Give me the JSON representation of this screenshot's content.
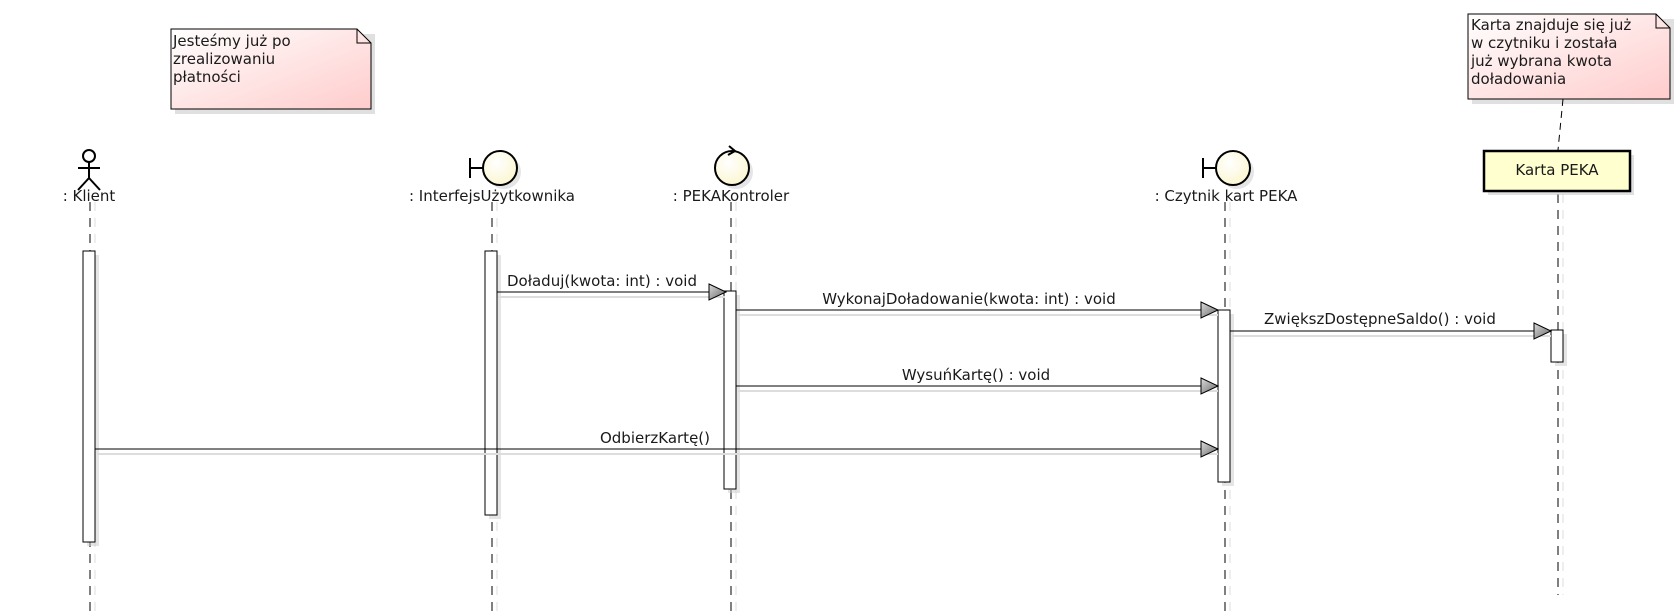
{
  "notes": [
    {
      "id": "note-payment",
      "lines": [
        "Jesteśmy już po",
        "zrealizowaniu",
        "płatności"
      ]
    },
    {
      "id": "note-card",
      "lines": [
        "Karta znajduje się już",
        "w czytniku i została",
        "już wybrana kwota",
        "doładowania"
      ]
    }
  ],
  "participants": [
    {
      "id": "klient",
      "kind": "actor",
      "label": ": Klient"
    },
    {
      "id": "interfejs",
      "kind": "boundary",
      "label": ": InterfejsUżytkownika"
    },
    {
      "id": "kontroler",
      "kind": "control",
      "label": ": PEKAKontroler"
    },
    {
      "id": "czytnik",
      "kind": "boundary",
      "label": ": Czytnik kart PEKA"
    },
    {
      "id": "karta",
      "kind": "object",
      "label": "Karta PEKA"
    }
  ],
  "messages": [
    {
      "from": "interfejs",
      "to": "kontroler",
      "label": "Doładuj(kwota: int) : void"
    },
    {
      "from": "kontroler",
      "to": "czytnik",
      "label": "WykonajDoładowanie(kwota: int) : void"
    },
    {
      "from": "czytnik",
      "to": "karta",
      "label": "ZwiększDostępneSaldo() : void"
    },
    {
      "from": "kontroler",
      "to": "czytnik",
      "label": "WysuńKartę() : void"
    },
    {
      "from": "klient",
      "to": "czytnik",
      "label": "OdbierzKartę()"
    }
  ],
  "colors": {
    "note_fill_start": "#ffffff",
    "note_fill_end": "#ffcccc",
    "object_fill": "#ffffd0",
    "head_fill": "#fefee6",
    "line": "#000000",
    "shadow": "#cccccc"
  }
}
